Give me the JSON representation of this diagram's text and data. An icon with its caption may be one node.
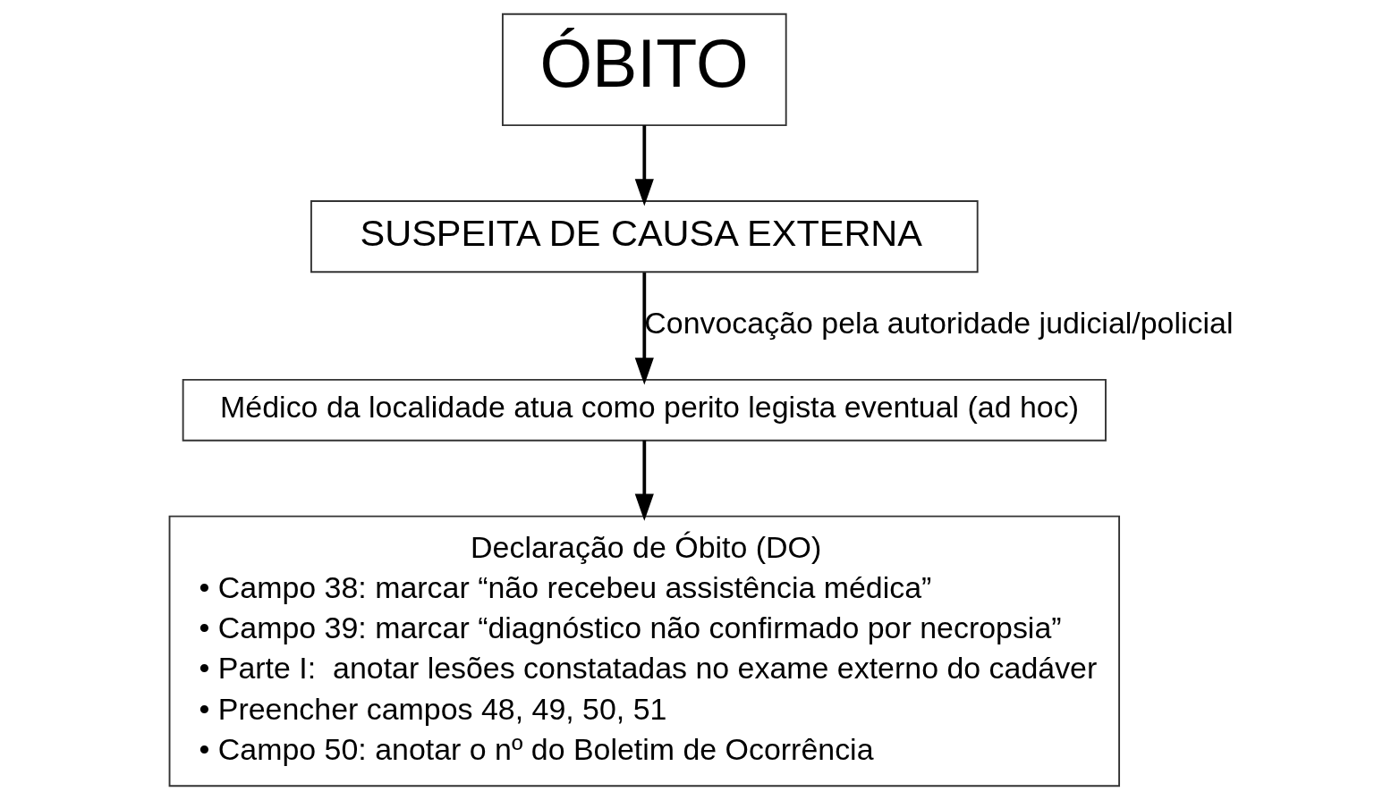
{
  "diagram": {
    "nodes": [
      {
        "text": [
          "ÓBITO"
        ]
      },
      {
        "text": [
          "SUSPEITA DE CAUSA EXTERNA"
        ]
      },
      {
        "text": [
          "Médico da localidade atua como perito legista eventual (ad hoc)"
        ]
      },
      {
        "text": [
          "Declaração de Óbito (DO)",
          "• Campo 38: marcar “não recebeu assistência médica”",
          "• Campo 39: marcar “diagnóstico não confirmado por necropsia”",
          "• Parte I:  anotar lesões constatadas no exame externo do cadáver",
          "• Preencher campos 48, 49, 50, 51",
          "• Campo 50: anotar o nº do Boletim de Ocorrência"
        ]
      }
    ],
    "edges": [
      {
        "from": 0,
        "to": 1,
        "arrow": "to"
      },
      {
        "from": 1,
        "to": 2,
        "arrow": "to",
        "label": "Convocação pela autoridade judicial/policial"
      },
      {
        "from": 2,
        "to": 3,
        "arrow": "to"
      }
    ]
  }
}
